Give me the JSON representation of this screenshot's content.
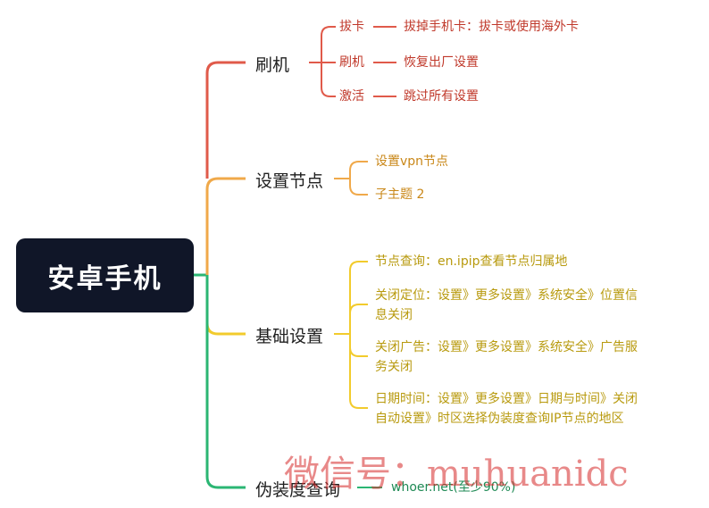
{
  "root": {
    "label": "安卓手机"
  },
  "branches": [
    {
      "label": "刷机",
      "color": "#e05a4a",
      "items": [
        {
          "label": "拔卡",
          "detail": "拔掉手机卡：拔卡或使用海外卡"
        },
        {
          "label": "刷机",
          "detail": "恢复出厂设置"
        },
        {
          "label": "激活",
          "detail": "跳过所有设置"
        }
      ]
    },
    {
      "label": "设置节点",
      "color": "#f0a94a",
      "items": [
        {
          "label": "设置vpn节点"
        },
        {
          "label": "子主题 2"
        }
      ]
    },
    {
      "label": "基础设置",
      "color": "#f2cb2c",
      "items": [
        {
          "line1": "节点查询：en.ipip查看节点归属地",
          "line2": ""
        },
        {
          "line1": "关闭定位：设置》更多设置》系统安全》位置信",
          "line2": "息关闭"
        },
        {
          "line1": "关闭广告：设置》更多设置》系统安全》广告服",
          "line2": "务关闭"
        },
        {
          "line1": "日期时间：设置》更多设置》日期与时间》关闭",
          "line2": "自动设置》时区选择伪装度查询IP节点的地区"
        }
      ]
    },
    {
      "label": "伪装度查询",
      "color": "#2bb673",
      "items": [
        {
          "label": "whoer.net(至少90%)"
        }
      ]
    }
  ],
  "watermark": "微信号：muhuanidc"
}
